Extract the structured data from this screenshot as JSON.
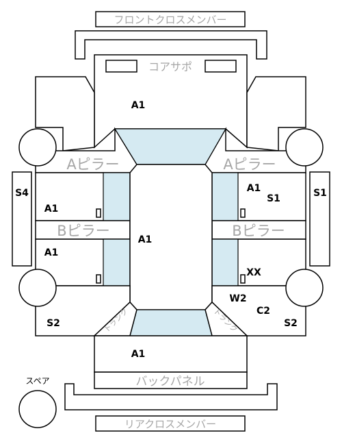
{
  "labels": {
    "front_cross_member": "フロントクロスメンバー",
    "core_support": "コアサポ",
    "a_pillar_left": "Aピラー",
    "a_pillar_right": "Aピラー",
    "b_pillar_left": "Bピラー",
    "b_pillar_right": "Bピラー",
    "trunk_left": "トランク",
    "trunk_right": "トランク",
    "back_panel": "バックパネル",
    "spare": "スペア",
    "rear_cross_member": "リアクロスメンバー"
  },
  "grades": {
    "hood": "A1",
    "roof": "A1",
    "trunk_lid": "A1",
    "front_door_left": "A1",
    "rear_door_left": "A1",
    "front_door_right_a": "A1",
    "front_door_right_b": "S1",
    "rear_door_right": "XX",
    "side_left": "S4",
    "side_right": "S1",
    "rear_fender_left": "S2",
    "rear_fender_right": "S2",
    "rear_fender_right_w": "W2",
    "rear_fender_right_c": "C2"
  }
}
